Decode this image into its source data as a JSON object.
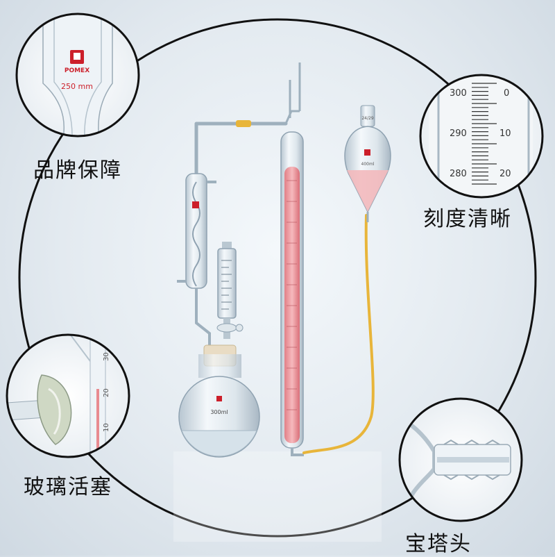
{
  "labels": {
    "brand": "品牌保障",
    "scale": "刻度清晰",
    "stopcock": "玻璃活塞",
    "nozzle": "宝塔头"
  },
  "product_marks": {
    "brand_name": "POMEX",
    "condenser_length": "250 mm",
    "flask_volume": "300ml",
    "funnel_joint": "24/29",
    "funnel_volume": "400ml"
  },
  "scale_zoom": {
    "left_ticks": [
      "300",
      "290",
      "280"
    ],
    "right_ticks": [
      "0",
      "10",
      "20"
    ]
  },
  "stopcock_zoom": {
    "ticks": [
      "30",
      "20",
      "10"
    ]
  },
  "colors": {
    "background": "#dfe7ee",
    "ring": "#111111",
    "glass": "#c9d5de",
    "liquid_red": "#e88a90",
    "tube_yellow": "#e8b53a",
    "stopper": "#e9dcc4",
    "brand_red": "#cc1f2a"
  },
  "icons": [
    "pomex-logo-icon"
  ]
}
